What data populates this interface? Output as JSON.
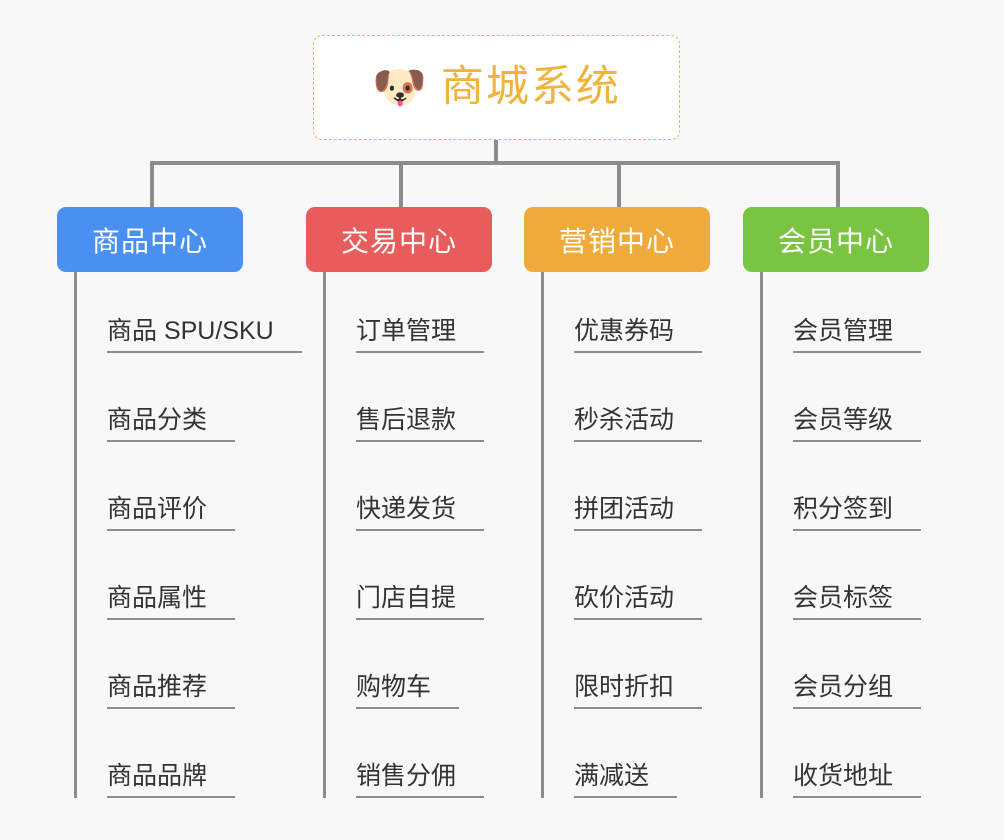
{
  "page": {
    "background_color": "#f8f8f8",
    "line_color": "#8c8c8c",
    "text_color": "#333333"
  },
  "root": {
    "icon": "dog-face-emoji",
    "icon_glyph": "🐶",
    "title": "商城系统",
    "title_color": "#f0b43c",
    "border_color": "#e9b55c",
    "background_color": "#ffffff"
  },
  "categories": [
    {
      "label": "商品中心",
      "color": "#4a90f0",
      "items": [
        "商品 SPU/SKU",
        "商品分类",
        "商品评价",
        "商品属性",
        "商品推荐",
        "商品品牌"
      ]
    },
    {
      "label": "交易中心",
      "color": "#e85c5c",
      "items": [
        "订单管理",
        "售后退款",
        "快递发货",
        "门店自提",
        "购物车",
        "销售分佣"
      ]
    },
    {
      "label": "营销中心",
      "color": "#eeab3c",
      "items": [
        "优惠券码",
        "秒杀活动",
        "拼团活动",
        "砍价活动",
        "限时折扣",
        "满减送"
      ]
    },
    {
      "label": "会员中心",
      "color": "#79c440",
      "items": [
        "会员管理",
        "会员等级",
        "积分签到",
        "会员标签",
        "会员分组",
        "收货地址"
      ]
    }
  ]
}
